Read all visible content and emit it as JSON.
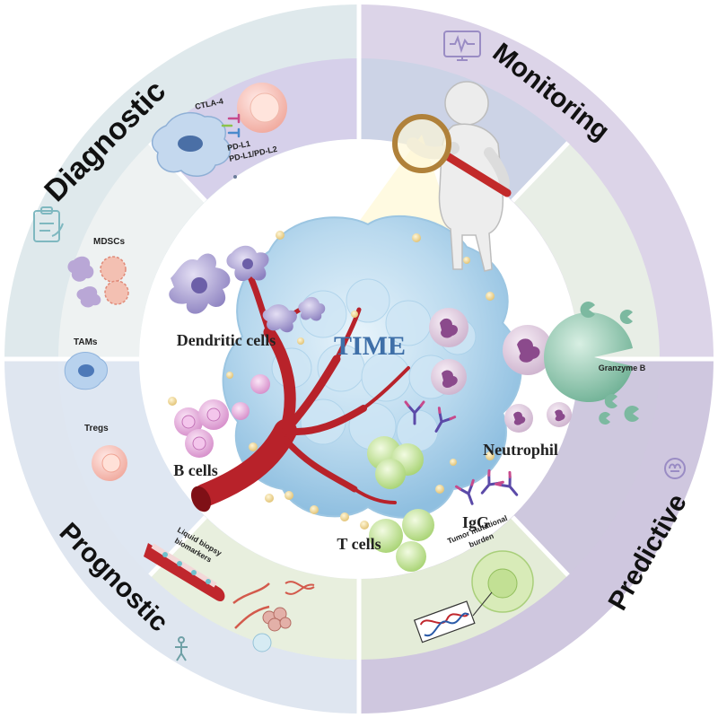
{
  "center": {
    "title": "TIME"
  },
  "quadrants": {
    "diagnostic": "Diagnostic",
    "monitoring": "Monitoring",
    "predictive": "Predictive",
    "prognostic": "Prognostic"
  },
  "cells": {
    "dendritic": "Dendritic cells",
    "b_cells": "B cells",
    "t_cells": "T cells",
    "neutrophil": "Neutrophil",
    "igg": "IgG"
  },
  "panels": {
    "ctla4": "CTLA-4",
    "pdl1": "PD-L1",
    "pdl1_pdl2": "PD-L1/PD-L2",
    "mdscs": "MDSCs",
    "tams": "TAMs",
    "tregs": "Tregs",
    "granzyme": "Granzyme B",
    "liquid_biopsy_line1": "Liquid biopsy",
    "liquid_biopsy_line2": "biomarkers",
    "tmb_line1": "Tumor mutational",
    "tmb_line2": "burden"
  },
  "colors": {
    "diagnostic_ring": "#dfe9ec",
    "monitoring_ring": "#d9d2e6",
    "predictive_ring": "#cdc6de",
    "prognostic_ring": "#dde6f0",
    "tumor": "#a9cde8",
    "vessel": "#b8222a",
    "dendritic": "#9e94cc",
    "b_cell": "#e0a6d8",
    "t_cell": "#b6dc88",
    "neutrophil": "#d8c2d8"
  },
  "icons": [
    "clipboard-icon",
    "monitor-icon",
    "brain-icon",
    "person-icon",
    "magnifier-icon",
    "dna-icon"
  ]
}
